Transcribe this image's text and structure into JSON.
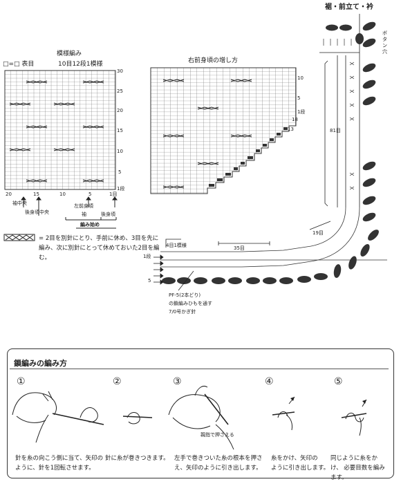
{
  "legend": {
    "key": "□=□ 表目",
    "repeat": "10目12段1模様",
    "symbol_desc": "= 2目を別針にとり、手前に休め、3目を先に編み、次に別針にとって休めておいた2目を編む。"
  },
  "diagrams": {
    "pattern": {
      "title": "模様編み",
      "row_labels": [
        "30",
        "25",
        "20",
        "15",
        "10",
        "5",
        "1段"
      ],
      "col_labels": [
        "20",
        "15",
        "10",
        "5",
        "1目"
      ],
      "bottom_labels": {
        "sleeve_center": "袖中央",
        "back_neck_center": "後身頃中央",
        "left_front": "左前身頃",
        "sleeve": "袖",
        "back": "後身頃",
        "start": "編み始め"
      }
    },
    "increase": {
      "title": "右前身頃の増し方",
      "row_labels": [
        "10",
        "5",
        "1段"
      ],
      "side_labels": [
        "18",
        "13"
      ]
    },
    "border": {
      "title": "裾・前立て・衿",
      "buttonhole": "ボタン穴",
      "count_81": "81目",
      "count_19": "19目",
      "count_35": "35目",
      "repeat_4": "4目1模様",
      "row_1": "1段",
      "row_5": "5",
      "cord_line1": "PF-5(2本どり)",
      "cord_line2": "の鎖編みひもを通す",
      "hook": "7/0号かぎ針"
    }
  },
  "chain_box": {
    "title": "鎖編みの編み方",
    "steps": [
      {
        "num": "①",
        "text": "針を糸の向こう側に当て、矢印の\nように、針を1回転させます。"
      },
      {
        "num": "②",
        "text": "針に糸が巻きつきます。"
      },
      {
        "num": "③",
        "text": "左手で巻きついた糸の根本を押さ\nえ、矢印のように引き出します。",
        "callout": "親指で押さえる"
      },
      {
        "num": "④",
        "text": "糸をかけ、矢印の\nように引き出します。"
      },
      {
        "num": "⑤",
        "text": "同じように糸をかけ、\n必要目数を編みます。"
      }
    ]
  }
}
